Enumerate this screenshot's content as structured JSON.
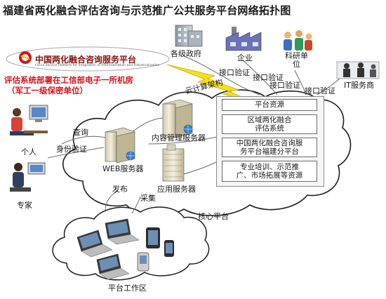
{
  "title": "福建省两化融合评估咨询与示范推广公共服务平台网络拓扑图",
  "watermark": "",
  "logo": {
    "name_cn": "中国两化融合咨询服务平台",
    "name_en": "China Service Platform for Integration of Informatization and Industrialization"
  },
  "deployment_note": {
    "line1": "评估系统部署在工信部电子一所机房",
    "line2": "（军工一级保密单位）"
  },
  "top_entities": {
    "government": "各级政府",
    "enterprise": "企业",
    "research": "科研单\n位",
    "it_provider": "IT服务商"
  },
  "interface_labels": [
    "接口验证",
    "接口验证",
    "接口验证",
    "接口验证"
  ],
  "cloud_label": "云计算架构",
  "users": {
    "individual": "个人",
    "expert": "专家"
  },
  "edge_labels": {
    "query": "查询",
    "auth": "身份验证",
    "publish": "发布",
    "collect": "采集"
  },
  "servers": {
    "web": "WEB服务器",
    "content": "内容管理服务器",
    "app": "应用服务器"
  },
  "platform_resources": [
    "平台资源",
    "区域两化融合\n评估系统",
    "中国两化融合咨询服\n务平台福建分平台",
    "专业培训、示范推\n广、市场拓展等资源"
  ],
  "core_platform": "核心平台",
  "workspace": "平台工作区",
  "colors": {
    "accent_red": "#d4151b",
    "cloud_stroke": "#1c1c1c",
    "lightning": "#f2e01c",
    "server_body": "#e9e4d0"
  }
}
